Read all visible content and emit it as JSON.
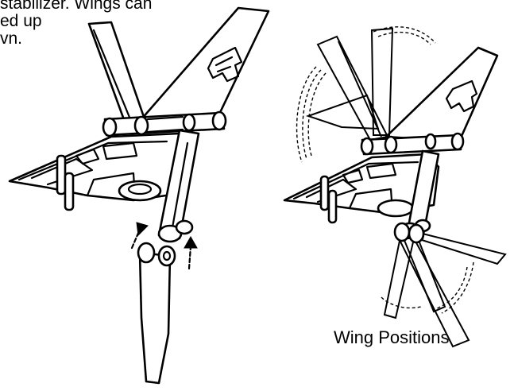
{
  "instructions": {
    "line1": "stabilizer. Wings can",
    "line2": "ed up",
    "line3": "vn."
  },
  "caption": "Wing Positions"
}
